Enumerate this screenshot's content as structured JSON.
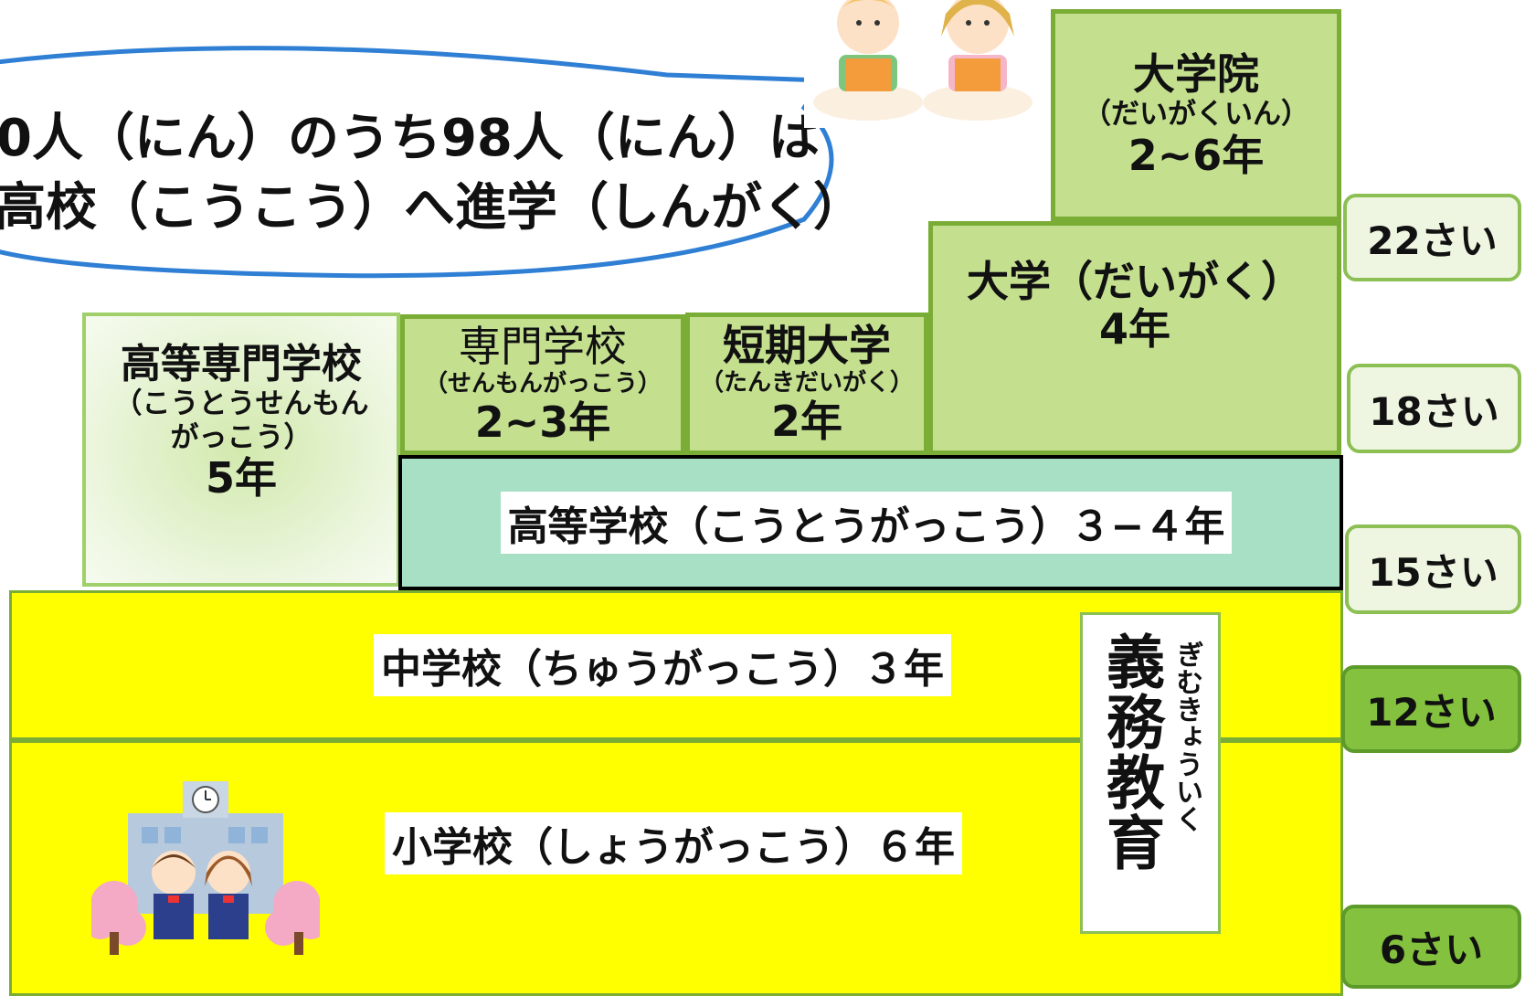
{
  "speech_bubble": {
    "line1": "0人（にん）のうち98人（にん）は",
    "line2": "高校（こうこう）へ進学（しんがく）"
  },
  "schools": {
    "graduate": {
      "name": "大学院",
      "reading": "（だいがくいん）",
      "years": "2~6年"
    },
    "university": {
      "name": "大学（だいがく）",
      "years": "4年"
    },
    "technical_college": {
      "name": "高等専門学校",
      "reading1": "（こうとうせんもん",
      "reading2": "がっこう）",
      "years": "5年"
    },
    "vocational": {
      "name": "専門学校",
      "reading": "（せんもんがっこう）",
      "years": "2~3年"
    },
    "junior_college": {
      "name": "短期大学",
      "reading": "（たんきだいがく）",
      "years": "2年"
    },
    "high_school": {
      "label": "高等学校（こうとうがっこう）３−４年"
    },
    "junior_high": {
      "label": "中学校（ちゅうがっこう）３年"
    },
    "elementary": {
      "label": "小学校（しょうがっこう）６年"
    },
    "compulsory": {
      "kanji": "義務教育",
      "reading": "ぎむきょういく"
    }
  },
  "ages": [
    "22さい",
    "18さい",
    "15さい",
    "12さい",
    "6さい"
  ],
  "colors": {
    "green_box": "#c4e08f",
    "green_border": "#7aad36",
    "teal": "#a8e0c6",
    "yellow": "#ffff00",
    "bubble_border": "#2f7fd4"
  },
  "icons": [
    "children-reading-icon",
    "school-building-icon",
    "cherry-blossom-icon"
  ]
}
